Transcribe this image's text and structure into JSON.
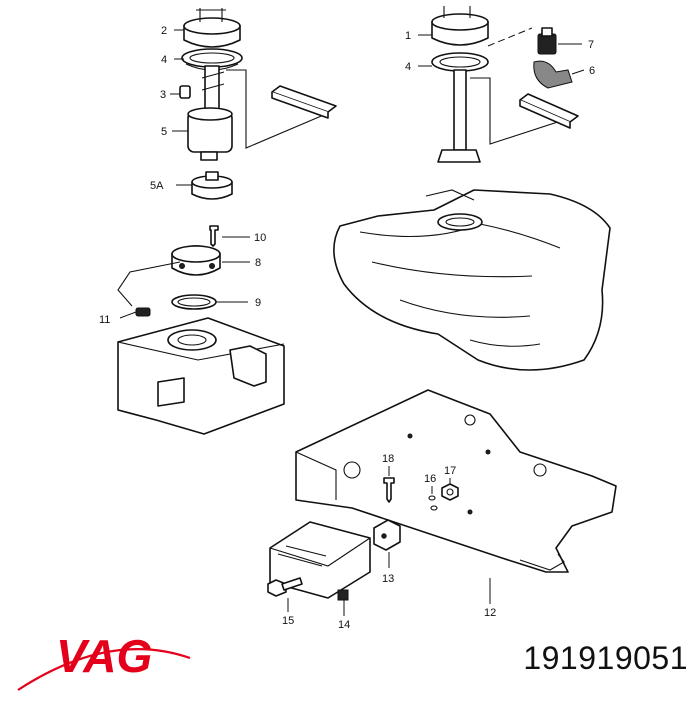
{
  "callouts": {
    "c2": "2",
    "c4a": "4",
    "c3": "3",
    "c5": "5",
    "c5a": "5A",
    "c1": "1",
    "c4b": "4",
    "c7": "7",
    "c6": "6",
    "c10": "10",
    "c8": "8",
    "c9": "9",
    "c11": "11",
    "c18": "18",
    "c17": "17",
    "c16": "16",
    "c13": "13",
    "c15": "15",
    "c14": "14",
    "c12": "12"
  },
  "brand": {
    "logo_text": "VAG",
    "logo_color": "#e4001b"
  },
  "part_number": "191919051"
}
